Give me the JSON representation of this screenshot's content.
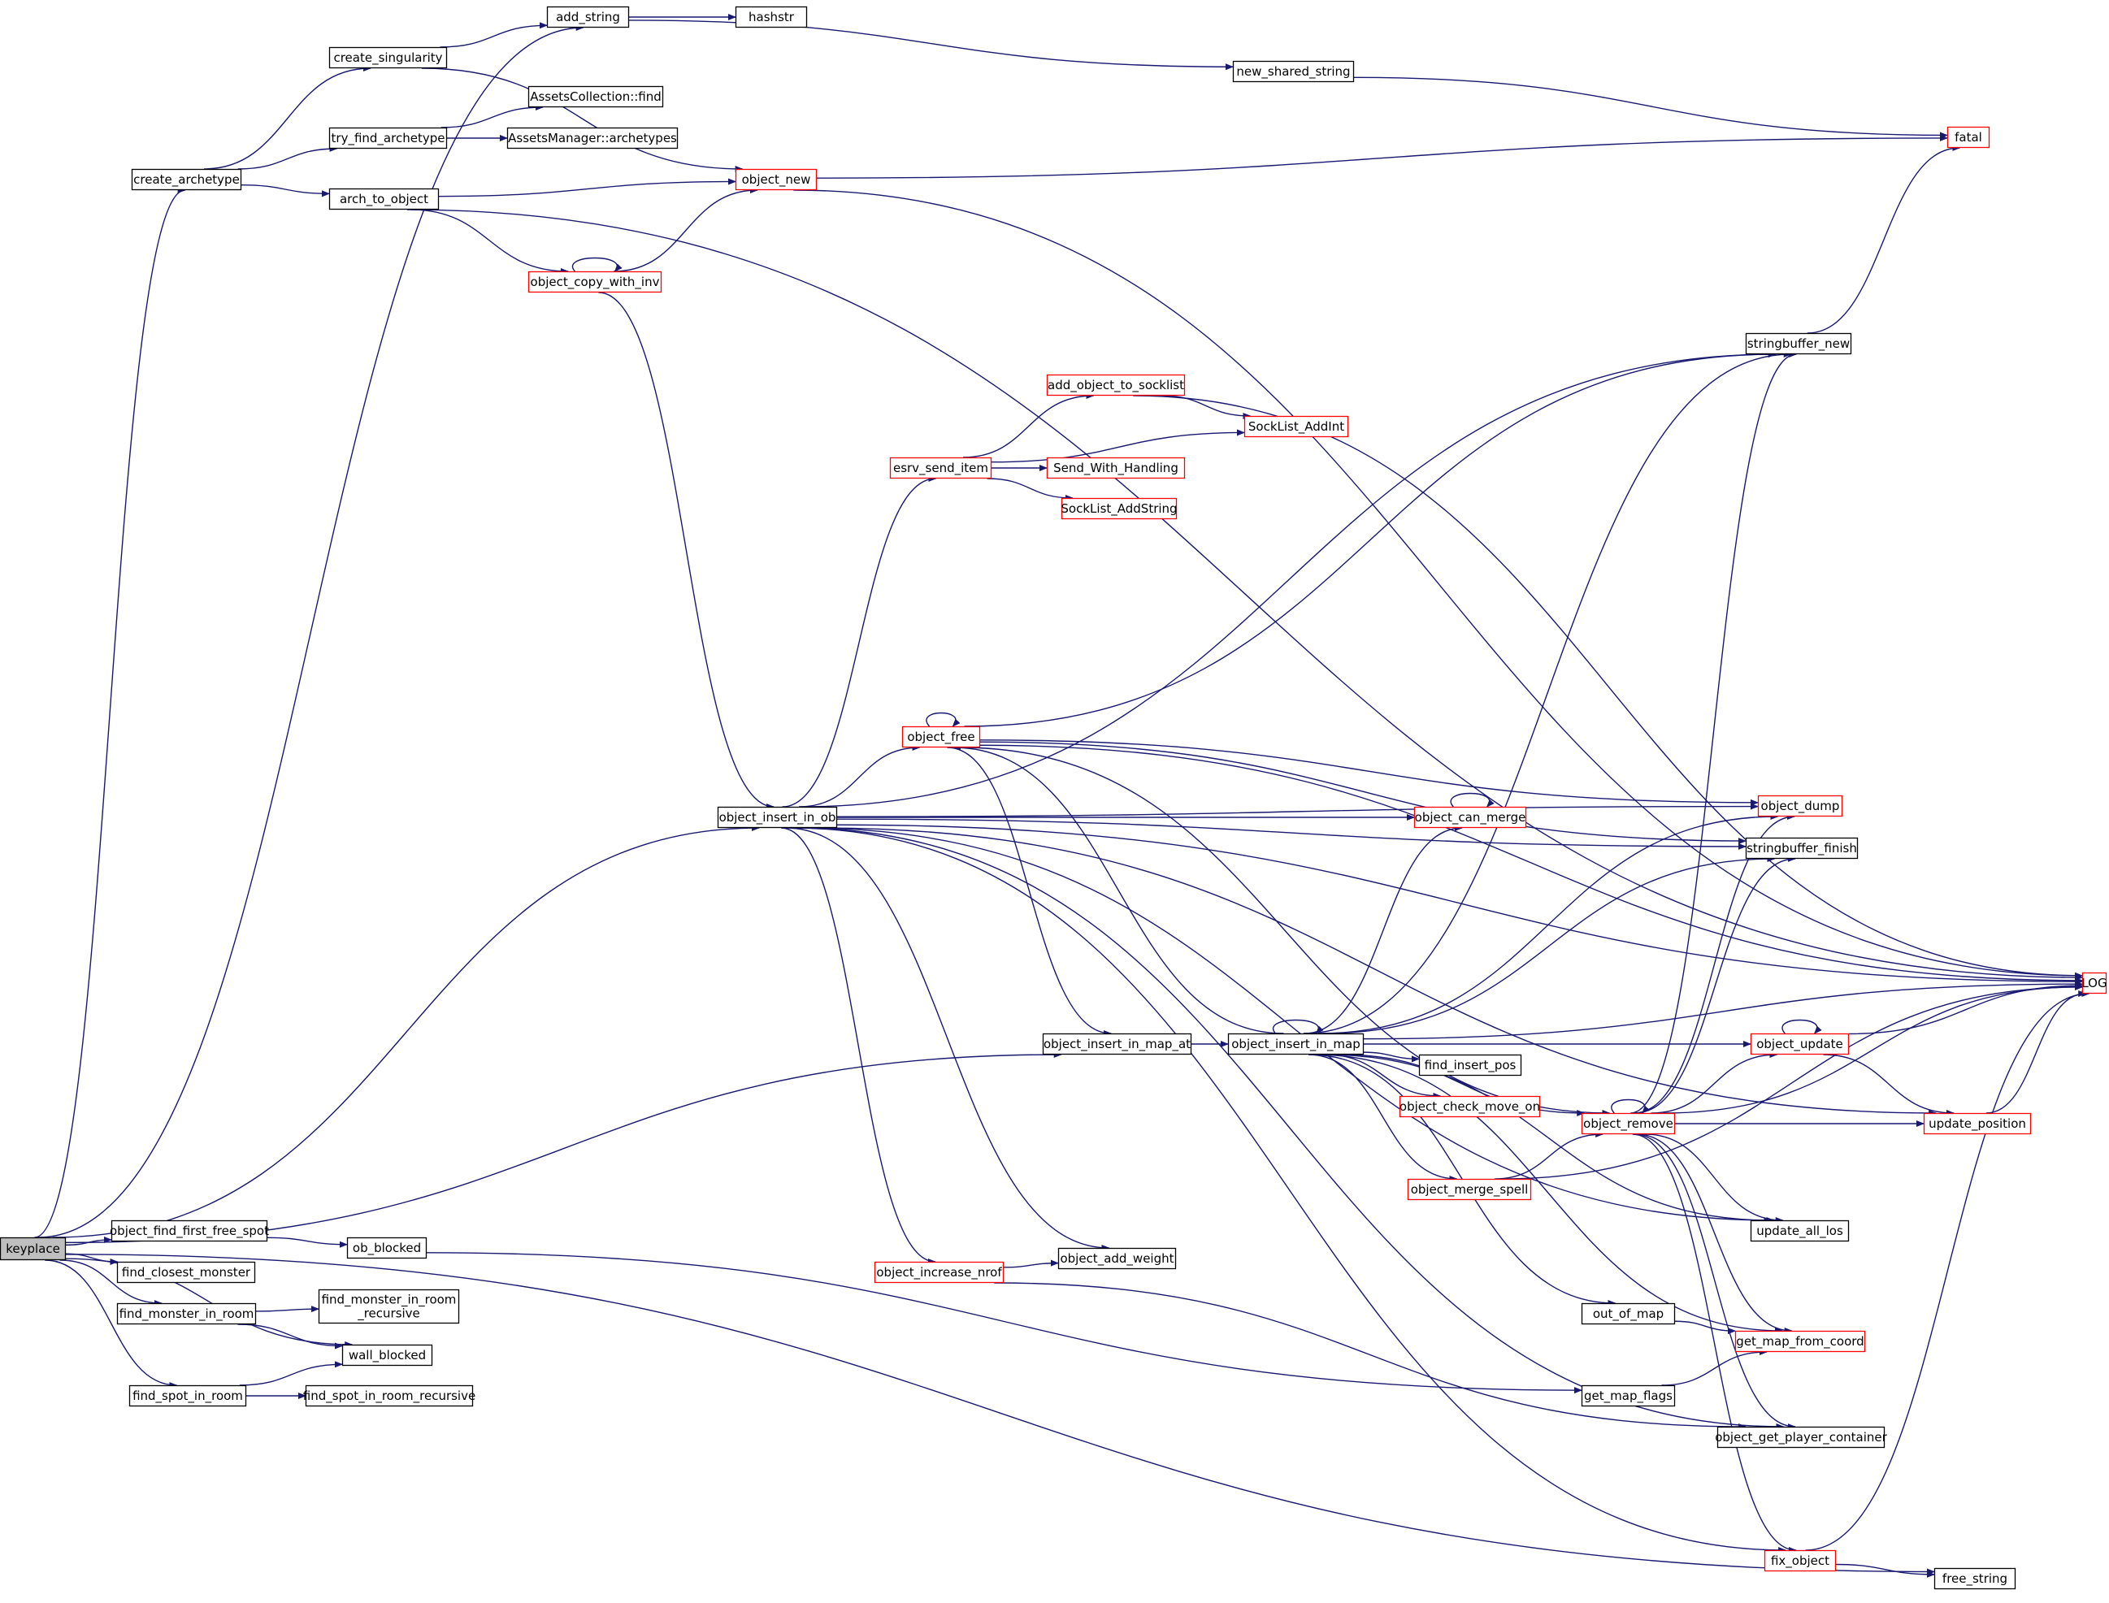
{
  "nodes": [
    {
      "id": "keyplace",
      "label": "keyplace",
      "style": "current"
    },
    {
      "id": "add_string",
      "label": "add_string",
      "style": "normal"
    },
    {
      "id": "hashstr",
      "label": "hashstr",
      "style": "normal"
    },
    {
      "id": "create_singularity",
      "label": "create_singularity",
      "style": "normal"
    },
    {
      "id": "new_shared_string",
      "label": "new_shared_string",
      "style": "normal"
    },
    {
      "id": "assets_find",
      "label": "AssetsCollection::find",
      "style": "normal"
    },
    {
      "id": "try_find_archetype",
      "label": "try_find_archetype",
      "style": "normal"
    },
    {
      "id": "assets_archetypes",
      "label": "AssetsManager::archetypes",
      "style": "normal"
    },
    {
      "id": "fatal",
      "label": "fatal",
      "style": "red"
    },
    {
      "id": "create_archetype",
      "label": "create_archetype",
      "style": "normal"
    },
    {
      "id": "object_new",
      "label": "object_new",
      "style": "red"
    },
    {
      "id": "arch_to_object",
      "label": "arch_to_object",
      "style": "normal"
    },
    {
      "id": "object_copy_with_inv",
      "label": "object_copy_with_inv",
      "style": "red"
    },
    {
      "id": "stringbuffer_new",
      "label": "stringbuffer_new",
      "style": "normal"
    },
    {
      "id": "add_object_to_socklist",
      "label": "add_object_to_socklist",
      "style": "red"
    },
    {
      "id": "socklist_addint",
      "label": "SockList_AddInt",
      "style": "red"
    },
    {
      "id": "esrv_send_item",
      "label": "esrv_send_item",
      "style": "red"
    },
    {
      "id": "send_with_handling",
      "label": "Send_With_Handling",
      "style": "red"
    },
    {
      "id": "socklist_addstring",
      "label": "SockList_AddString",
      "style": "red"
    },
    {
      "id": "object_free",
      "label": "object_free",
      "style": "red"
    },
    {
      "id": "object_dump",
      "label": "object_dump",
      "style": "red"
    },
    {
      "id": "object_insert_in_ob",
      "label": "object_insert_in_ob",
      "style": "normal"
    },
    {
      "id": "object_can_merge",
      "label": "object_can_merge",
      "style": "red"
    },
    {
      "id": "stringbuffer_finish",
      "label": "stringbuffer_finish",
      "style": "normal"
    },
    {
      "id": "log",
      "label": "LOG",
      "style": "red"
    },
    {
      "id": "object_insert_in_map_at",
      "label": "object_insert_in_map_at",
      "style": "normal"
    },
    {
      "id": "object_insert_in_map",
      "label": "object_insert_in_map",
      "style": "normal"
    },
    {
      "id": "object_update",
      "label": "object_update",
      "style": "red"
    },
    {
      "id": "find_insert_pos",
      "label": "find_insert_pos",
      "style": "normal"
    },
    {
      "id": "object_check_move_on",
      "label": "object_check_move_on",
      "style": "red"
    },
    {
      "id": "object_remove",
      "label": "object_remove",
      "style": "red"
    },
    {
      "id": "update_position",
      "label": "update_position",
      "style": "red"
    },
    {
      "id": "object_merge_spell",
      "label": "object_merge_spell",
      "style": "red"
    },
    {
      "id": "object_find_first_free_spot",
      "label": "object_find_first_free_spot",
      "style": "normal"
    },
    {
      "id": "ob_blocked",
      "label": "ob_blocked",
      "style": "normal"
    },
    {
      "id": "update_all_los",
      "label": "update_all_los",
      "style": "normal"
    },
    {
      "id": "find_closest_monster",
      "label": "find_closest_monster",
      "style": "normal"
    },
    {
      "id": "object_increase_nrof",
      "label": "object_increase_nrof",
      "style": "red"
    },
    {
      "id": "object_add_weight",
      "label": "object_add_weight",
      "style": "normal"
    },
    {
      "id": "find_monster_in_room",
      "label": "find_monster_in_room",
      "style": "normal"
    },
    {
      "id": "find_monster_in_room_recursive",
      "label": "find_monster_in_room\n_recursive",
      "style": "normal"
    },
    {
      "id": "out_of_map",
      "label": "out_of_map",
      "style": "normal"
    },
    {
      "id": "get_map_from_coord",
      "label": "get_map_from_coord",
      "style": "red"
    },
    {
      "id": "wall_blocked",
      "label": "wall_blocked",
      "style": "normal"
    },
    {
      "id": "find_spot_in_room",
      "label": "find_spot_in_room",
      "style": "normal"
    },
    {
      "id": "find_spot_in_room_recursive",
      "label": "find_spot_in_room_recursive",
      "style": "normal"
    },
    {
      "id": "get_map_flags",
      "label": "get_map_flags",
      "style": "normal"
    },
    {
      "id": "object_get_player_container",
      "label": "object_get_player_container",
      "style": "normal"
    },
    {
      "id": "fix_object",
      "label": "fix_object",
      "style": "red"
    },
    {
      "id": "free_string",
      "label": "free_string",
      "style": "normal"
    }
  ],
  "edges": [
    [
      "keyplace",
      "add_string"
    ],
    [
      "keyplace",
      "create_archetype"
    ],
    [
      "keyplace",
      "object_insert_in_ob"
    ],
    [
      "keyplace",
      "object_insert_in_map_at"
    ],
    [
      "keyplace",
      "object_find_first_free_spot"
    ],
    [
      "keyplace",
      "find_closest_monster"
    ],
    [
      "keyplace",
      "find_monster_in_room"
    ],
    [
      "keyplace",
      "wall_blocked"
    ],
    [
      "keyplace",
      "find_spot_in_room"
    ],
    [
      "keyplace",
      "free_string"
    ],
    [
      "add_string",
      "hashstr"
    ],
    [
      "add_string",
      "new_shared_string"
    ],
    [
      "new_shared_string",
      "fatal"
    ],
    [
      "create_singularity",
      "add_string"
    ],
    [
      "create_singularity",
      "object_new"
    ],
    [
      "create_archetype",
      "create_singularity"
    ],
    [
      "create_archetype",
      "try_find_archetype"
    ],
    [
      "create_archetype",
      "arch_to_object"
    ],
    [
      "try_find_archetype",
      "assets_find"
    ],
    [
      "try_find_archetype",
      "assets_archetypes"
    ],
    [
      "arch_to_object",
      "object_new"
    ],
    [
      "arch_to_object",
      "object_copy_with_inv"
    ],
    [
      "arch_to_object",
      "log"
    ],
    [
      "object_new",
      "fatal"
    ],
    [
      "object_new",
      "log"
    ],
    [
      "object_copy_with_inv",
      "object_copy_with_inv"
    ],
    [
      "object_copy_with_inv",
      "object_new"
    ],
    [
      "object_copy_with_inv",
      "object_insert_in_ob"
    ],
    [
      "object_insert_in_ob",
      "log"
    ],
    [
      "object_insert_in_ob",
      "stringbuffer_new"
    ],
    [
      "object_insert_in_ob",
      "esrv_send_item"
    ],
    [
      "object_insert_in_ob",
      "object_dump"
    ],
    [
      "object_insert_in_ob",
      "stringbuffer_finish"
    ],
    [
      "object_insert_in_ob",
      "object_free"
    ],
    [
      "object_insert_in_ob",
      "object_can_merge"
    ],
    [
      "object_insert_in_ob",
      "update_all_los"
    ],
    [
      "object_insert_in_ob",
      "object_add_weight"
    ],
    [
      "object_insert_in_ob",
      "object_increase_nrof"
    ],
    [
      "object_insert_in_ob",
      "object_get_player_container"
    ],
    [
      "object_insert_in_ob",
      "update_position"
    ],
    [
      "object_insert_in_ob",
      "fix_object"
    ],
    [
      "esrv_send_item",
      "add_object_to_socklist"
    ],
    [
      "esrv_send_item",
      "socklist_addint"
    ],
    [
      "esrv_send_item",
      "send_with_handling"
    ],
    [
      "esrv_send_item",
      "socklist_addstring"
    ],
    [
      "add_object_to_socklist",
      "socklist_addint"
    ],
    [
      "add_object_to_socklist",
      "log"
    ],
    [
      "stringbuffer_new",
      "fatal"
    ],
    [
      "object_free",
      "object_free"
    ],
    [
      "object_free",
      "stringbuffer_new"
    ],
    [
      "object_free",
      "log"
    ],
    [
      "object_free",
      "object_dump"
    ],
    [
      "object_free",
      "stringbuffer_finish"
    ],
    [
      "object_free",
      "object_insert_in_map_at"
    ],
    [
      "object_free",
      "object_remove"
    ],
    [
      "object_insert_in_map_at",
      "object_insert_in_map"
    ],
    [
      "object_insert_in_map",
      "object_insert_in_map"
    ],
    [
      "object_insert_in_map",
      "object_free"
    ],
    [
      "object_insert_in_map",
      "log"
    ],
    [
      "object_insert_in_map",
      "object_can_merge"
    ],
    [
      "object_insert_in_map",
      "object_dump"
    ],
    [
      "object_insert_in_map",
      "stringbuffer_new"
    ],
    [
      "object_insert_in_map",
      "stringbuffer_finish"
    ],
    [
      "object_insert_in_map",
      "object_update"
    ],
    [
      "object_insert_in_map",
      "find_insert_pos"
    ],
    [
      "object_insert_in_map",
      "object_check_move_on"
    ],
    [
      "object_insert_in_map",
      "object_remove"
    ],
    [
      "object_insert_in_map",
      "object_merge_spell"
    ],
    [
      "object_insert_in_map",
      "update_all_los"
    ],
    [
      "object_insert_in_map",
      "out_of_map"
    ],
    [
      "object_insert_in_map",
      "get_map_from_coord"
    ],
    [
      "object_can_merge",
      "object_can_merge"
    ],
    [
      "object_update",
      "object_update"
    ],
    [
      "object_update",
      "log"
    ],
    [
      "object_update",
      "update_position"
    ],
    [
      "object_remove",
      "object_remove"
    ],
    [
      "object_remove",
      "log"
    ],
    [
      "object_remove",
      "object_dump"
    ],
    [
      "object_remove",
      "stringbuffer_new"
    ],
    [
      "object_remove",
      "stringbuffer_finish"
    ],
    [
      "object_remove",
      "object_update"
    ],
    [
      "object_remove",
      "update_position"
    ],
    [
      "object_remove",
      "update_all_los"
    ],
    [
      "object_remove",
      "get_map_from_coord"
    ],
    [
      "object_remove",
      "object_get_player_container"
    ],
    [
      "object_remove",
      "fix_object"
    ],
    [
      "update_position",
      "log"
    ],
    [
      "object_merge_spell",
      "object_remove"
    ],
    [
      "object_merge_spell",
      "log"
    ],
    [
      "object_find_first_free_spot",
      "ob_blocked"
    ],
    [
      "ob_blocked",
      "get_map_flags"
    ],
    [
      "object_increase_nrof",
      "object_add_weight"
    ],
    [
      "object_increase_nrof",
      "object_get_player_container"
    ],
    [
      "find_monster_in_room",
      "find_monster_in_room_recursive"
    ],
    [
      "find_monster_in_room",
      "wall_blocked"
    ],
    [
      "find_spot_in_room",
      "wall_blocked"
    ],
    [
      "find_spot_in_room",
      "find_spot_in_room_recursive"
    ],
    [
      "out_of_map",
      "get_map_from_coord"
    ],
    [
      "get_map_flags",
      "get_map_from_coord"
    ],
    [
      "fix_object",
      "log"
    ],
    [
      "fix_object",
      "free_string"
    ]
  ],
  "colors": {
    "edge": "#191970",
    "node_border": "#000000",
    "node_border_highlight": "#ff0000",
    "current_fill": "#bfbfbf",
    "node_fill": "#ffffff",
    "text": "#000000"
  }
}
